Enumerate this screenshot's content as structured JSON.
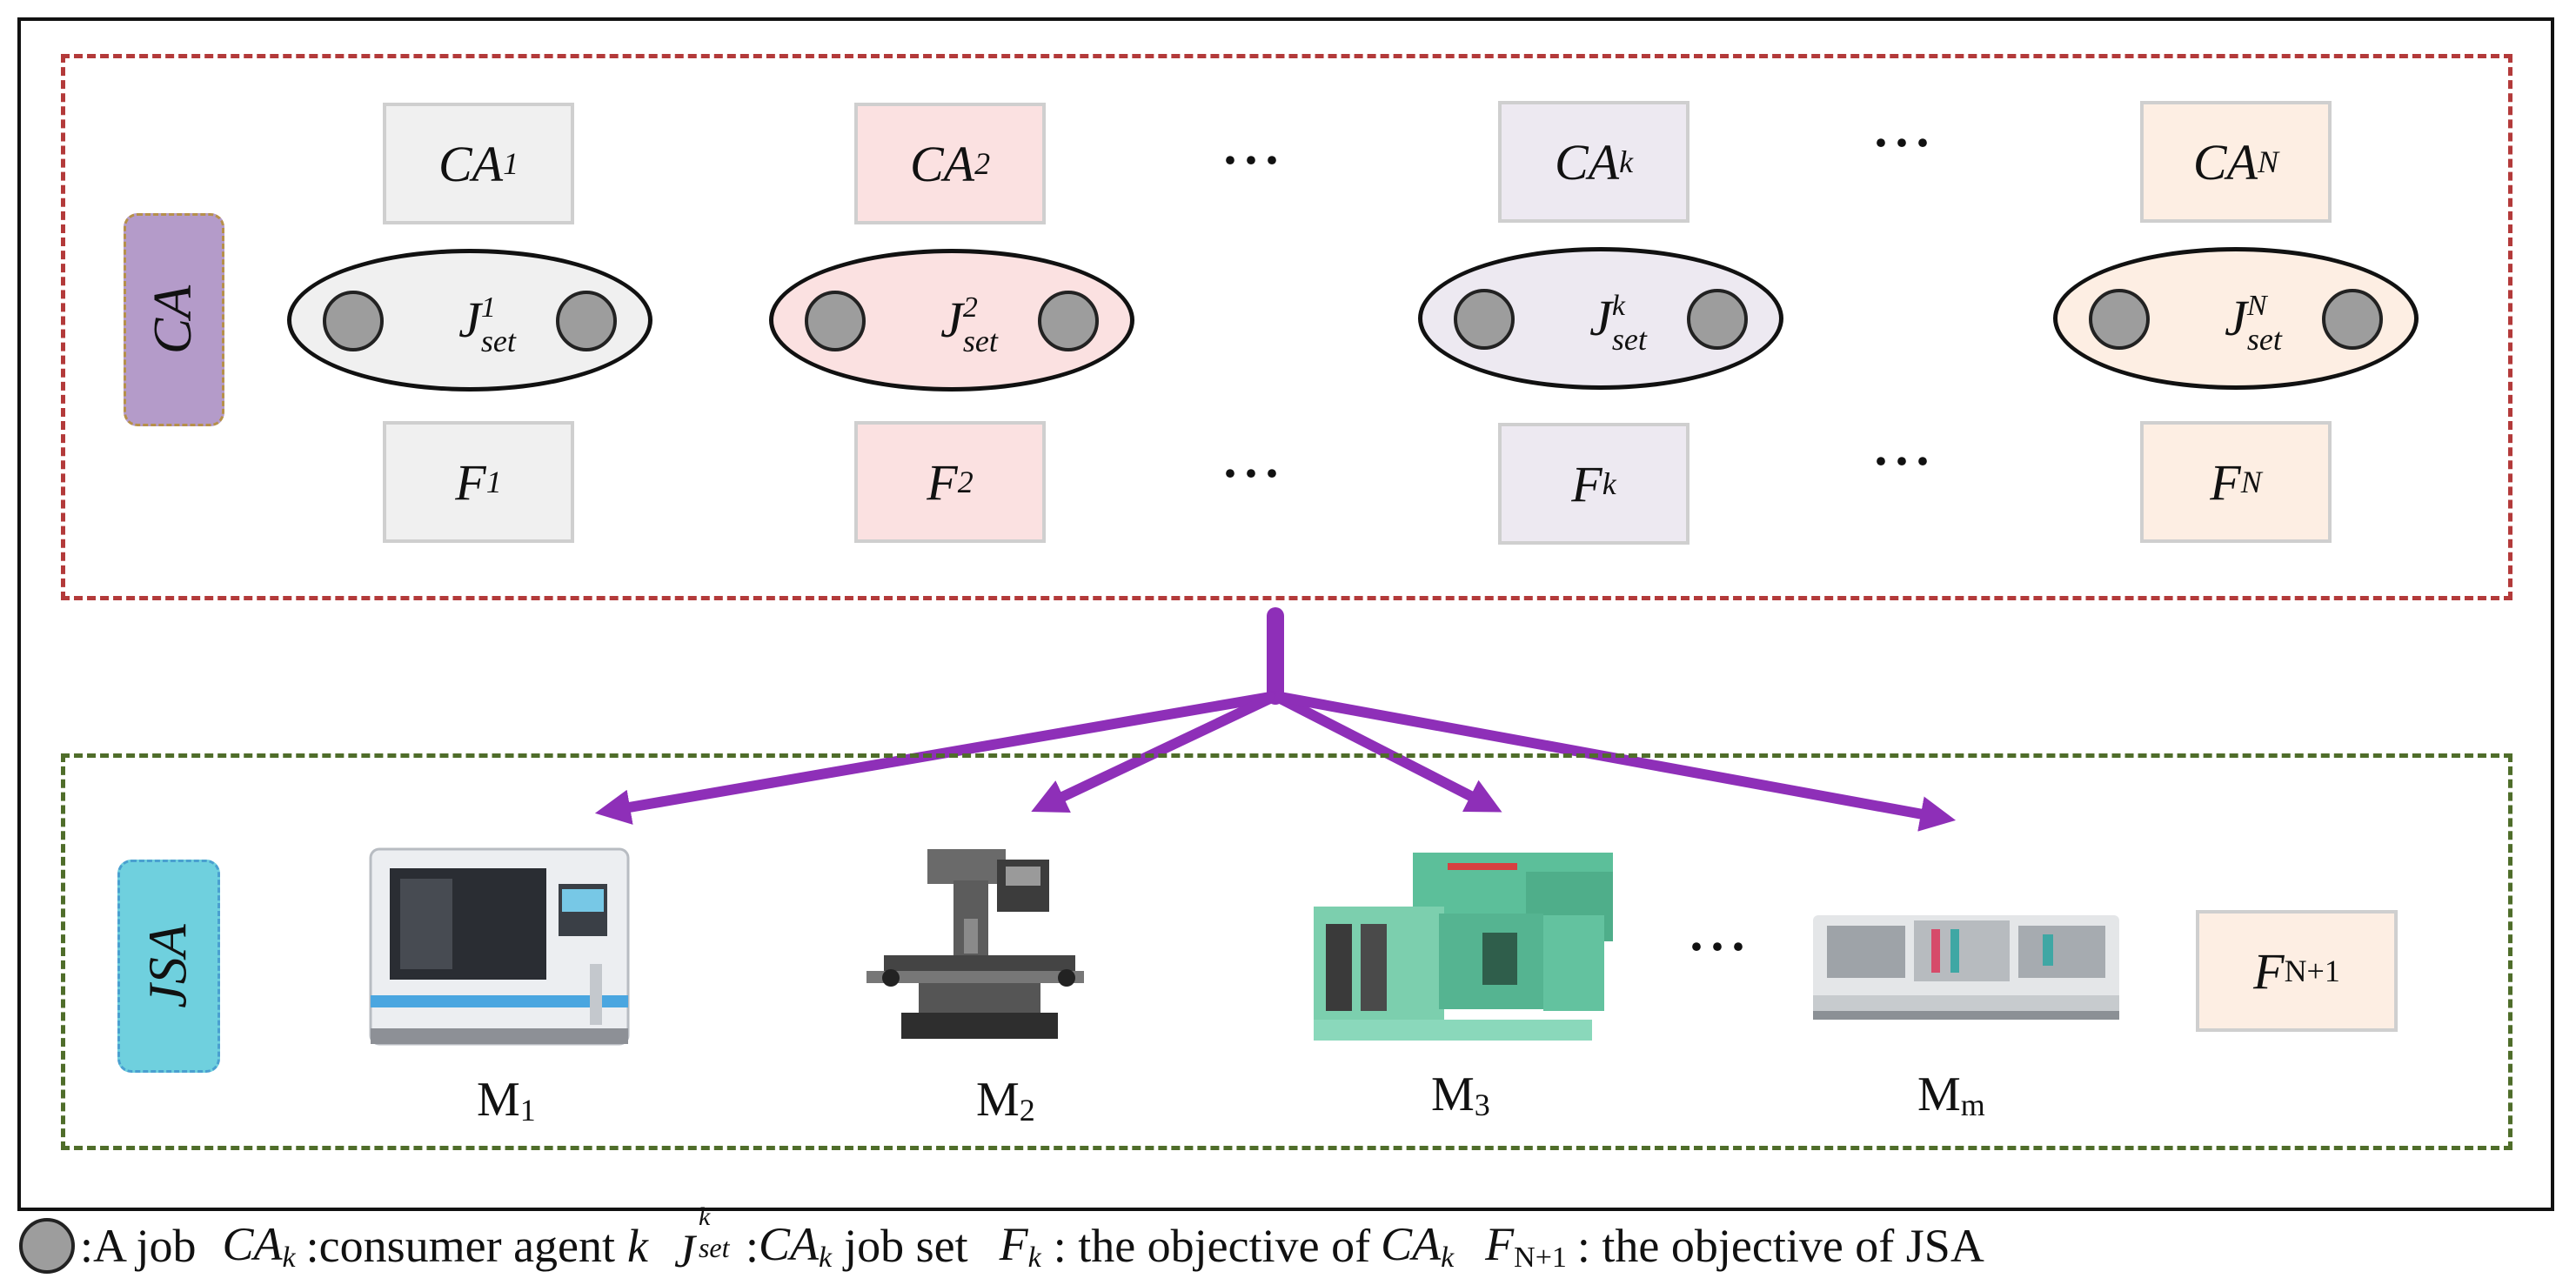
{
  "ca_region": {
    "label": "CA",
    "agents": [
      {
        "ca_main": "CA",
        "ca_sub": "1",
        "j_sup": "1",
        "f_main": "F",
        "f_sub": "1",
        "color": "#f0f0f0"
      },
      {
        "ca_main": "CA",
        "ca_sub": "2",
        "j_sup": "2",
        "f_main": "F",
        "f_sub": "2",
        "color": "#fbe1e1"
      },
      {
        "ca_main": "CA",
        "ca_sub": "k",
        "j_sup": "k",
        "f_main": "F",
        "f_sub": "k",
        "color": "#ede9f1"
      },
      {
        "ca_main": "CA",
        "ca_sub": "N",
        "j_sup": "N",
        "f_main": "F",
        "f_sub": "N",
        "color": "#fdeee3"
      }
    ],
    "j_main": "J",
    "j_sub": "set",
    "ellipsis": "···"
  },
  "jsa_region": {
    "label": "JSA",
    "machines": [
      {
        "main": "M",
        "sub": "1",
        "icon": "cnc-machine-icon"
      },
      {
        "main": "M",
        "sub": "2",
        "icon": "milling-machine-icon"
      },
      {
        "main": "M",
        "sub": "3",
        "icon": "green-industrial-machine-icon"
      },
      {
        "main": "M",
        "sub": "m",
        "icon": "production-line-machine-icon"
      }
    ],
    "ellipsis": "···",
    "f_main": "F",
    "f_sub": "N+1"
  },
  "legend": {
    "job_text": ":A job",
    "ca_main": "CA",
    "ca_sub": "k",
    "ca_text": ":consumer agent",
    "ca_k": "k",
    "j_main": "J",
    "j_sup": "k",
    "j_sub": "set",
    "j_colon": ":",
    "j_ca_main": "CA",
    "j_ca_sub": "k",
    "j_text": "job set",
    "f_main": "F",
    "f_sub": "k",
    "f_text": ": the objective of",
    "f_ca_main": "CA",
    "f_ca_sub": "k",
    "fn_main": "F",
    "fn_sub": "N+1",
    "fn_text": ": the objective of JSA"
  },
  "colors": {
    "ca_border": "#b33a3a",
    "jsa_border": "#4f6d2a",
    "arrow": "#8e2fb8",
    "ca_label_bg": "#b49bc9",
    "jsa_label_bg": "#6fd0de"
  }
}
